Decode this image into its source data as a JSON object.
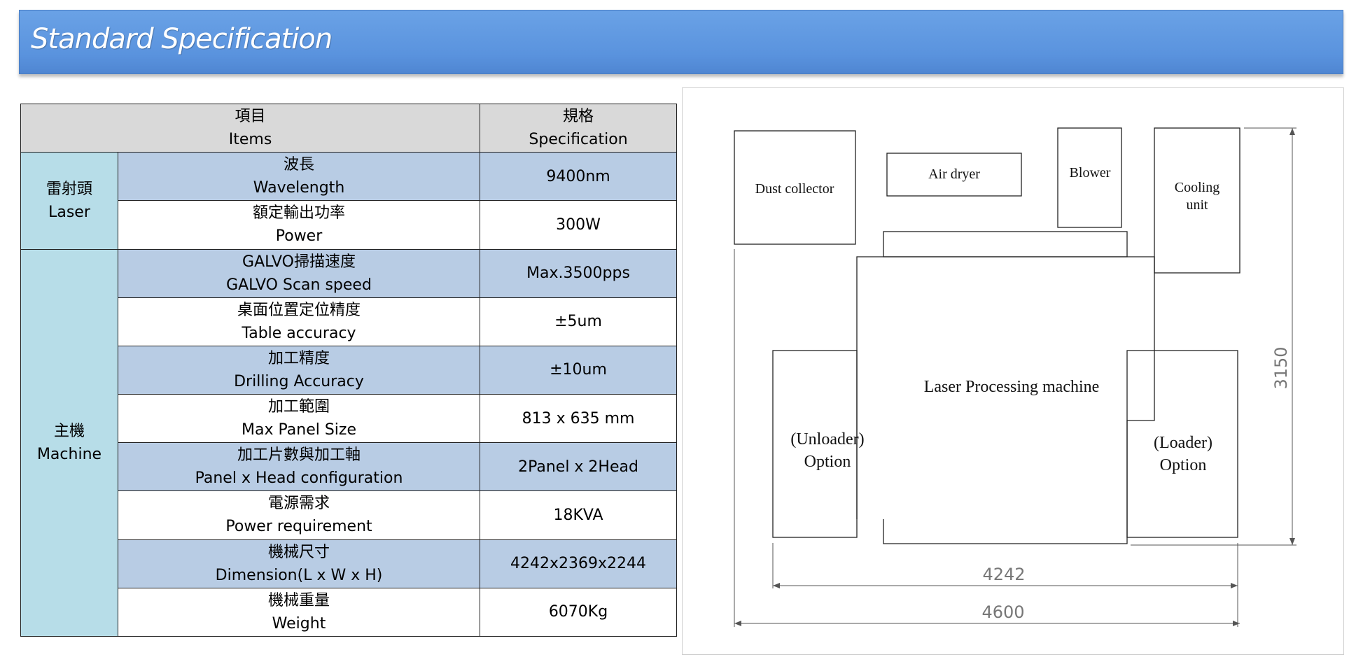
{
  "banner": {
    "title": "Standard Specification"
  },
  "table": {
    "header": {
      "items_zh": "項目",
      "items_en": "Items",
      "spec_zh": "規格",
      "spec_en": "Specification"
    },
    "groups": [
      {
        "zh": "雷射頭",
        "en": "Laser"
      },
      {
        "zh": "主機",
        "en": "Machine"
      }
    ],
    "rows": [
      {
        "zh": "波長",
        "en": "Wavelength",
        "value": "9400nm"
      },
      {
        "zh": "額定輸出功率",
        "en": "Power",
        "value": "300W"
      },
      {
        "zh": "GALVO掃描速度",
        "en": "GALVO Scan speed",
        "value": "Max.3500pps"
      },
      {
        "zh": "桌面位置定位精度",
        "en": "Table accuracy",
        "value": "±5um"
      },
      {
        "zh": "加工精度",
        "en": "Drilling Accuracy",
        "value": "±10um"
      },
      {
        "zh": "加工範圍",
        "en": "Max Panel Size",
        "value": "813 x 635 mm"
      },
      {
        "zh": "加工片數與加工軸",
        "en": "Panel x Head configuration",
        "value": "2Panel x 2Head"
      },
      {
        "zh": "電源需求",
        "en": "Power requirement",
        "value": "18KVA"
      },
      {
        "zh": "機械尺寸",
        "en": "Dimension(L x W x H)",
        "value": "4242x2369x2244"
      },
      {
        "zh": "機械重量",
        "en": "Weight",
        "value": "6070Kg"
      }
    ]
  },
  "diagram": {
    "labels": {
      "dust_collector": "Dust collector",
      "air_dryer": "Air dryer",
      "blower": "Blower",
      "cooling_unit_1": "Cooling",
      "cooling_unit_2": "unit",
      "laser_machine": "Laser Processing machine",
      "unloader_1": "(Unloader)",
      "unloader_2": "Option",
      "loader_1": "(Loader)",
      "loader_2": "Option"
    },
    "dimensions": {
      "width_inner": "4242",
      "width_outer": "4600",
      "height": "3150"
    }
  }
}
